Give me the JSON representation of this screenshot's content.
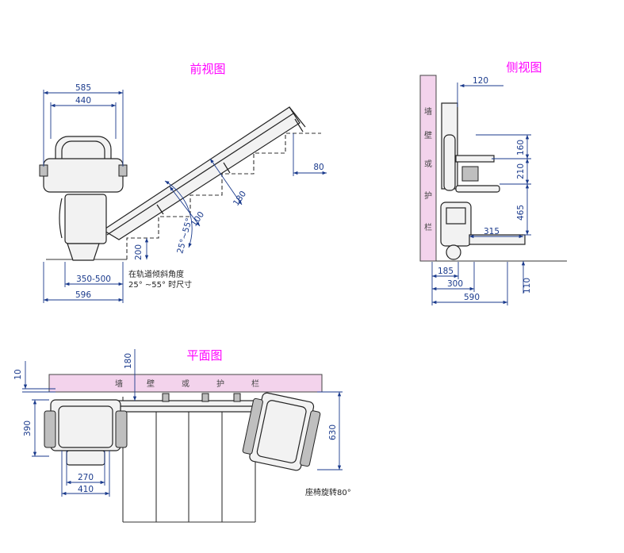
{
  "titles": {
    "front": "前视图",
    "side": "侧视图",
    "plan": "平面图"
  },
  "front": {
    "dim_585": "585",
    "dim_440": "440",
    "dim_80": "80",
    "dim_180": "180",
    "dim_100": "100",
    "dim_angle": "25°~55°",
    "dim_200": "200",
    "dim_350_500": "350-500",
    "dim_596": "596",
    "note_line1": "在轨道倾斜角度",
    "note_line2": "25° ~55° 时尺寸"
  },
  "side": {
    "dim_120": "120",
    "dim_160": "160",
    "dim_210": "210",
    "dim_465": "465",
    "dim_315": "315",
    "dim_185": "185",
    "dim_300": "300",
    "dim_110": "110",
    "dim_590": "590",
    "wall_chars": [
      "墙",
      "壁",
      "或",
      "护",
      "栏"
    ]
  },
  "plan": {
    "dim_10": "10",
    "dim_180": "180",
    "dim_390": "390",
    "dim_630": "630",
    "dim_270": "270",
    "dim_410": "410",
    "rotate_note": "座椅旋转80°",
    "wall_chars": [
      "墙",
      "壁",
      "或",
      "护",
      "栏"
    ]
  },
  "colors": {
    "title": "#ff00ff",
    "dimension": "#1a3a8c",
    "wall_fill": "#f3d3ec"
  }
}
